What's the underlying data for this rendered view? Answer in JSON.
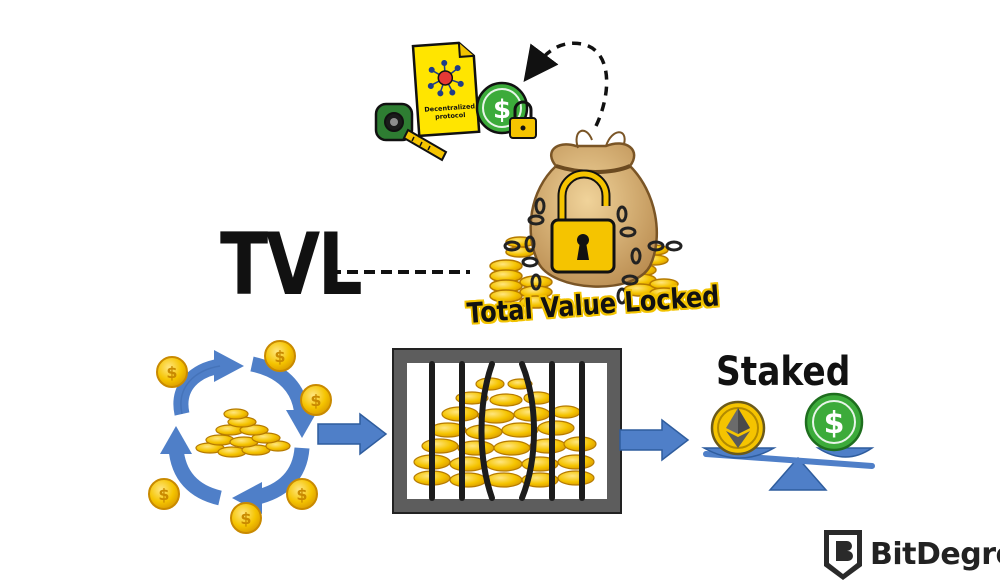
{
  "labels": {
    "tvl": "TVL",
    "tvl_full": "Total Value Locked",
    "staked": "Staked",
    "document": "Decentralized protocol"
  },
  "brand": {
    "name": "BitDegree"
  },
  "icons": {
    "money_bag": "money-bag-icon",
    "padlock": "padlock-icon",
    "document": "document-icon",
    "tape_measure": "tape-measure-icon",
    "dollar_coin_locked": "dollar-coin-lock-icon",
    "cycle": "cycle-arrows-icon",
    "cage": "cage-icon",
    "balance_scale": "balance-scale-icon",
    "ethereum": "ethereum-coin-icon",
    "dollar": "dollar-coin-icon",
    "brand_logo": "bitdegree-logo-icon"
  },
  "colors": {
    "gold": "#f2c300",
    "coin_dark": "#d99a00",
    "flow_blue": "#4f7fc8",
    "dollar_green": "#3cab3a",
    "cage_gray": "#5d5d5d",
    "document_yellow": "#ffe500"
  }
}
